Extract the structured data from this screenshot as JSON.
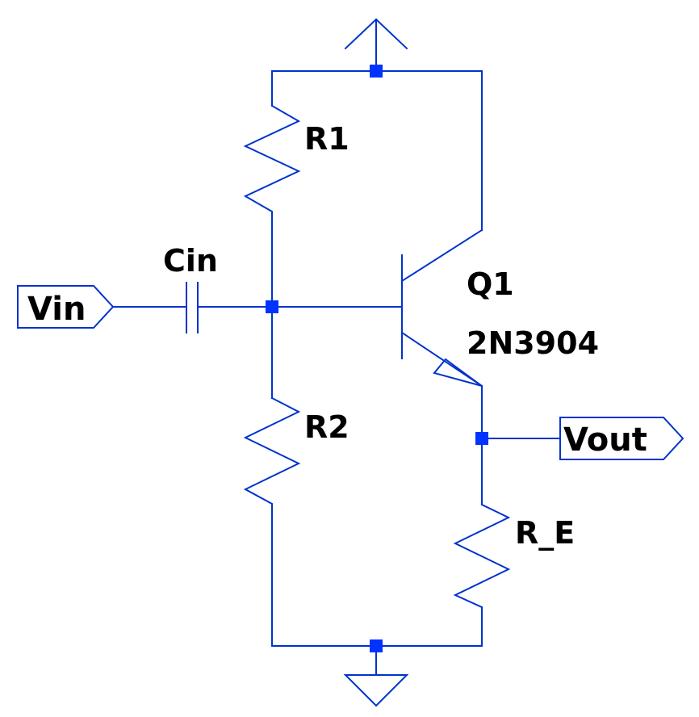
{
  "components": {
    "r1": "R1",
    "r2": "R2",
    "re": "R_E",
    "cin": "Cin",
    "q1_name": "Q1",
    "q1_model": "2N3904"
  },
  "ports": {
    "input": "Vin",
    "output": "Vout"
  },
  "colors": {
    "wire": "#0033cc",
    "junction": "#0033ff",
    "text": "#000000"
  }
}
